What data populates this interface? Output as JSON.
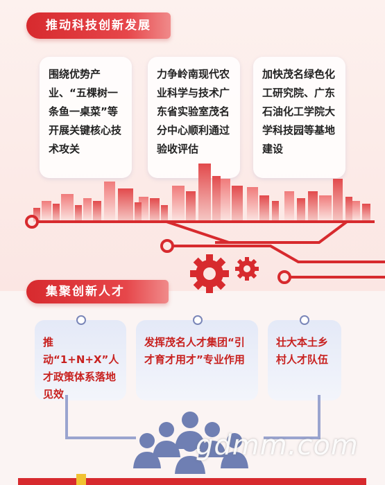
{
  "sections": {
    "tech": {
      "title": "推动科技创新发展",
      "cards": [
        {
          "text": "围绕优势产业、“五棵树一条鱼一桌菜”等开展关键核心技术攻关"
        },
        {
          "text": "力争岭南现代农业科学与技术广东省实验室茂名分中心顺利通过验收评估"
        },
        {
          "text": "加快茂名绿色化工研究院、广东石油化工学院大学科技园等基地建设"
        }
      ]
    },
    "talent": {
      "title": "集聚创新人才",
      "cards": [
        {
          "text": "推动“1+N+X”人才政策体系落地见效"
        },
        {
          "text": "发挥茂名人才集团“引才育才用才”专业作用"
        },
        {
          "text": "壮大本土乡村人才队伍"
        }
      ]
    }
  },
  "watermark": "gdmm.com",
  "colors": {
    "accent": "#d72a2e",
    "text": "#222222",
    "talent_text": "#c8211f",
    "figures": "#6f7fb3"
  },
  "icons": [
    "gear-icon",
    "people-icon",
    "city-skyline"
  ]
}
